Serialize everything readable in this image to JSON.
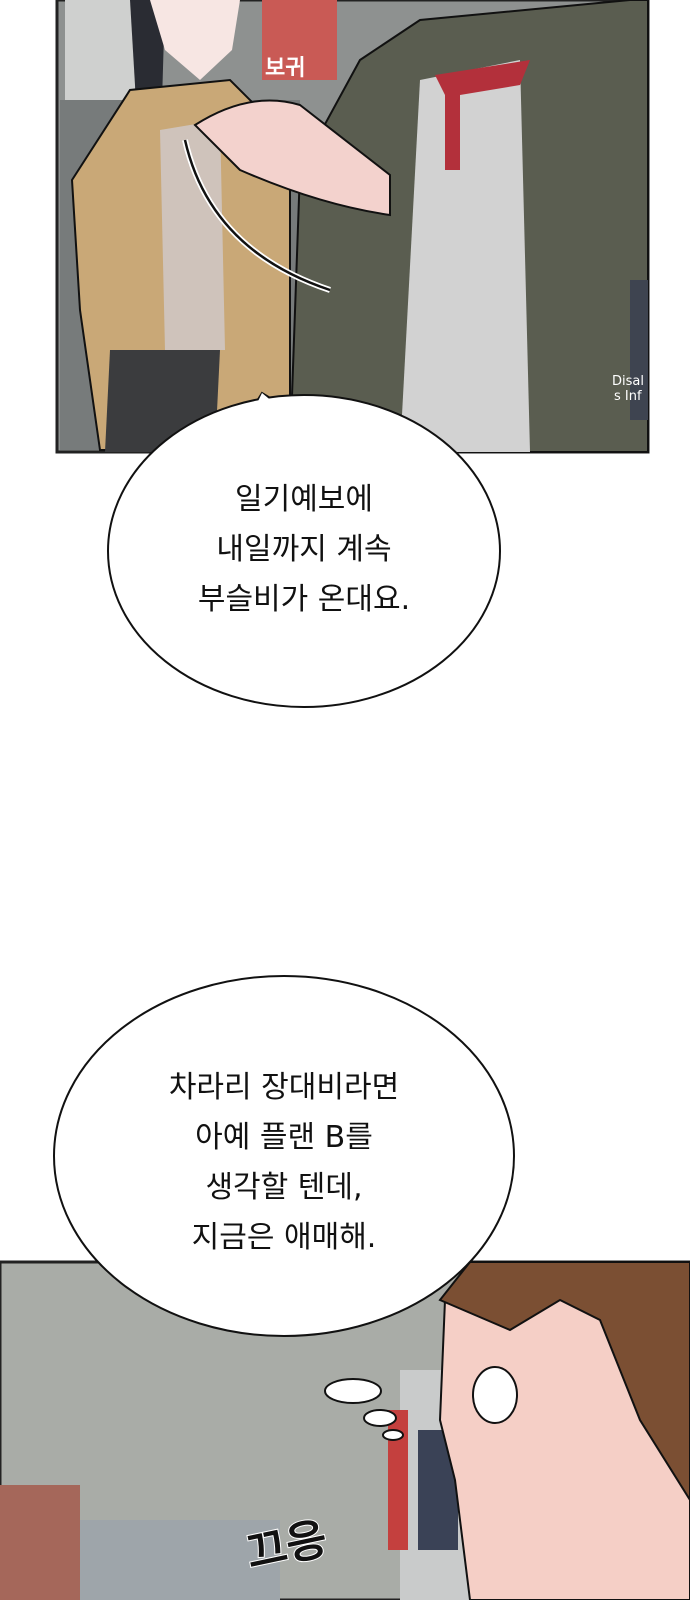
{
  "panels": [
    {
      "sign_text": "보귀",
      "sign_text_2": "Disal",
      "sign_text_3": "s Inf"
    },
    {
      "sfx": "끄응"
    }
  ],
  "bubbles": [
    {
      "lines": [
        "일기예보에",
        "내일까지 계속",
        "부슬비가 온대요."
      ]
    },
    {
      "lines": [
        "차라리 장대비라면",
        "아예 플랜 B를",
        "생각할 텐데,",
        "지금은 애매해."
      ]
    }
  ],
  "colors": {
    "jacket_tan": "#c9a877",
    "jacket_green": "#5a5d50",
    "hair_brown": "#7b4f33",
    "rain_gray": "#a9aca7"
  }
}
